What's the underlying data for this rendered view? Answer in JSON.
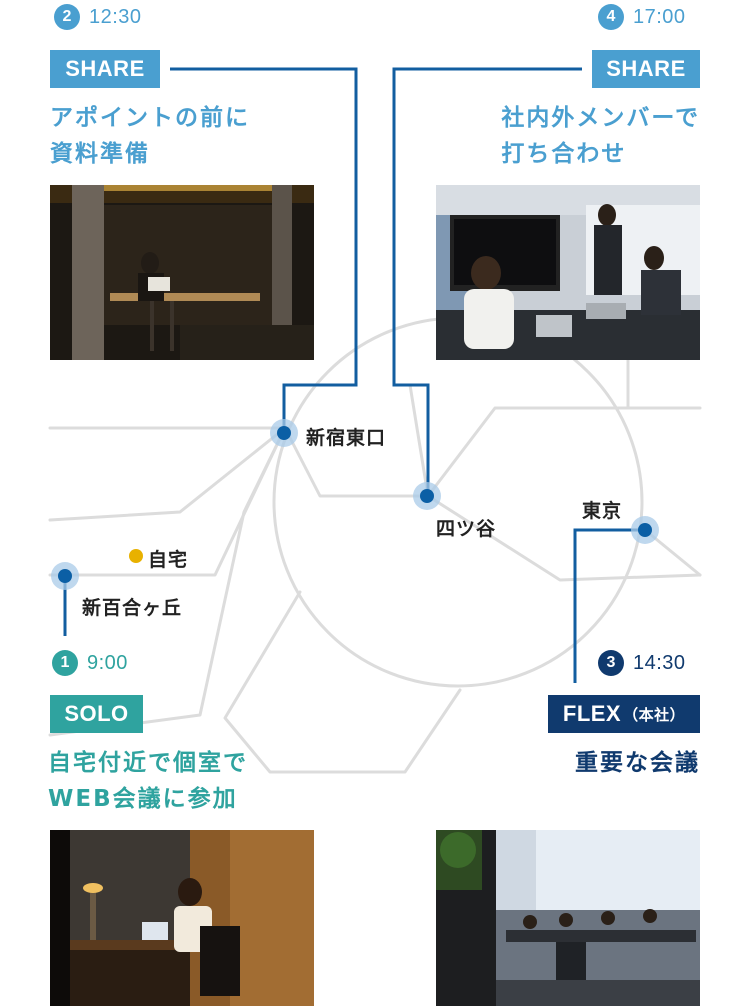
{
  "colors": {
    "share": "#4a9fd0",
    "solo": "#2fa39f",
    "flex": "#103a6e",
    "line_blue": "#125ea0",
    "map_line": "#dcdcdc",
    "home_dot": "#e8b100",
    "station_dot": "#0b5fa5",
    "station_halo": "#a9cbe8"
  },
  "steps": [
    {
      "number": "2",
      "time": "12:30",
      "type": "SHARE",
      "type_sub": "",
      "headline": [
        "アポイントの前に",
        "資料準備"
      ],
      "photo_icon": "booth-photo"
    },
    {
      "number": "4",
      "time": "17:00",
      "type": "SHARE",
      "type_sub": "",
      "headline": [
        "社内外メンバーで",
        "打ち合わせ"
      ],
      "photo_icon": "meeting-room-photo"
    },
    {
      "number": "1",
      "time": "9:00",
      "type": "SOLO",
      "type_sub": "",
      "headline": [
        "自宅付近で個室で",
        "WEB会議に参加"
      ],
      "photo_icon": "private-room-photo"
    },
    {
      "number": "3",
      "time": "14:30",
      "type": "FLEX",
      "type_sub": "（本社）",
      "headline": [
        "重要な会議"
      ],
      "photo_icon": "office-floor-photo"
    }
  ],
  "stations": {
    "shinjuku": "新宿東口",
    "yotsuya": "四ツ谷",
    "tokyo": "東京",
    "shinyurigaoka": "新百合ヶ丘",
    "home": "自宅"
  }
}
